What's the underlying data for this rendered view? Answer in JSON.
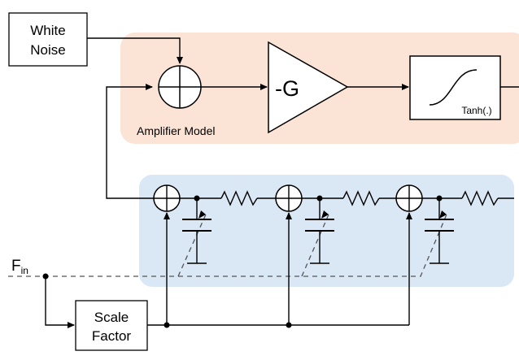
{
  "blocks": {
    "white_noise": {
      "line1": "White",
      "line2": "Noise"
    },
    "gain": {
      "label": "-G"
    },
    "tanh": {
      "label": "Tanh(.)"
    },
    "scale_factor": {
      "line1": "Scale",
      "line2": "Factor"
    }
  },
  "labels": {
    "amplifier_model": "Amplifier Model",
    "f_in": "F",
    "f_in_sub": "in"
  },
  "colors": {
    "amplifier_region": "#fbe3d6",
    "line_region": "#dae7f5",
    "stroke": "#000000",
    "dashed": "#555555"
  }
}
